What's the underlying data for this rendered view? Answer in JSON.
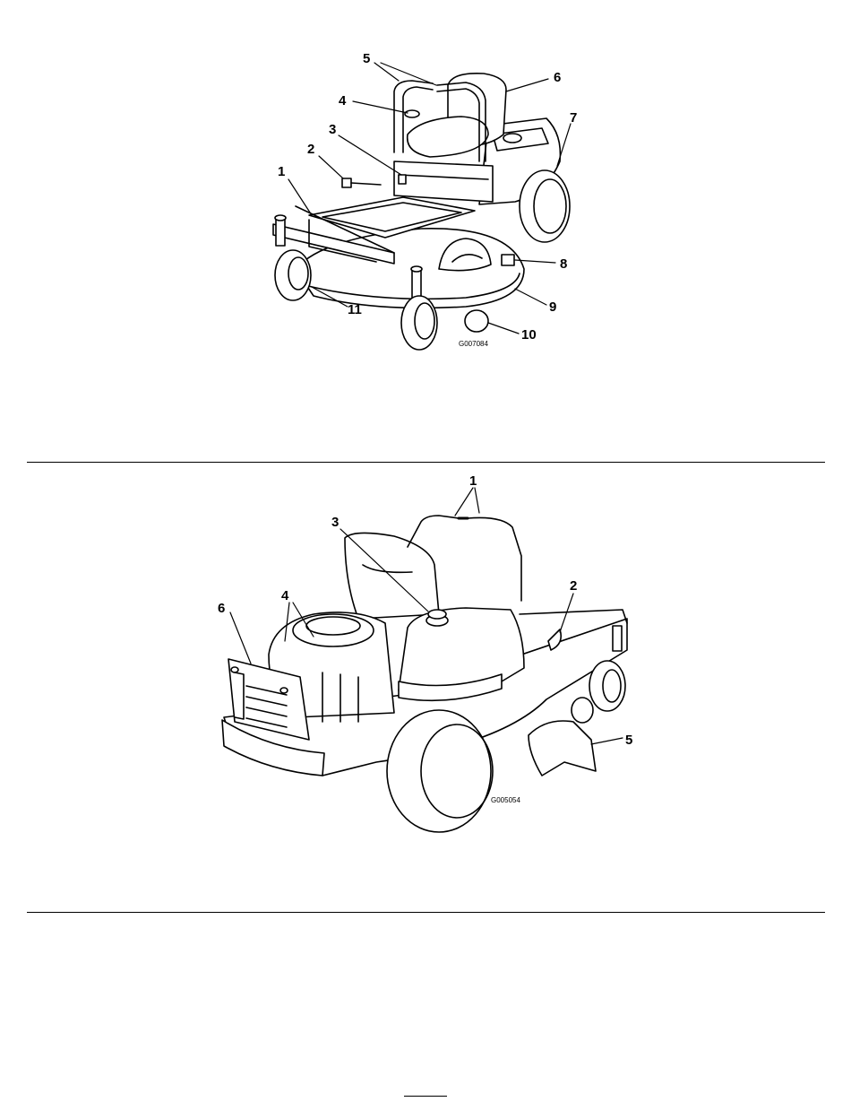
{
  "figure_top": {
    "code": "G007084",
    "callouts": [
      "1",
      "2",
      "3",
      "4",
      "5",
      "6",
      "7",
      "8",
      "9",
      "10",
      "11"
    ]
  },
  "figure_bottom": {
    "code": "G005054",
    "callouts": [
      "1",
      "2",
      "3",
      "4",
      "5",
      "6"
    ]
  }
}
